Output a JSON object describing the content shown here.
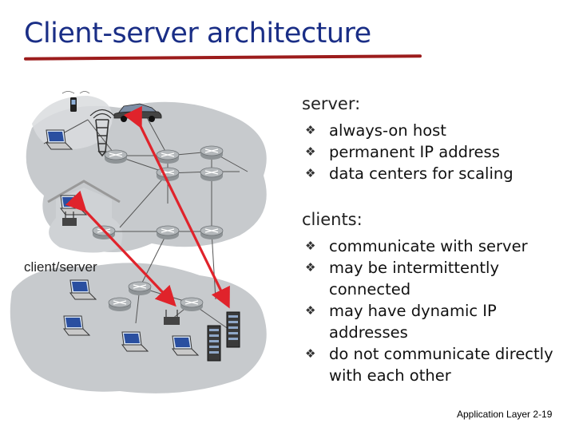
{
  "slide": {
    "title": "Client-server architecture",
    "diagram_label": "client/server",
    "footer": "Application Layer 2-19"
  },
  "server": {
    "heading": "server:",
    "bullets": [
      "always-on host",
      "permanent IP address",
      "data centers for scaling"
    ]
  },
  "clients": {
    "heading": "clients:",
    "bullets": [
      [
        "communicate with server"
      ],
      [
        "may be intermittently",
        "connected"
      ],
      [
        "may have dynamic IP",
        "addresses"
      ],
      [
        "do not communicate directly",
        "with each other"
      ]
    ]
  },
  "bullet_glyph": "❖",
  "colors": {
    "title": "#1a2e86",
    "title_rule": "#9c1c1c",
    "arrow": "#e0232b",
    "network_cloud": "#c7cacd"
  },
  "icons": [
    "router-icon",
    "laptop-icon",
    "server-icon",
    "car-icon",
    "cell-tower-icon",
    "phone-icon",
    "home-icon",
    "access-point-icon"
  ]
}
